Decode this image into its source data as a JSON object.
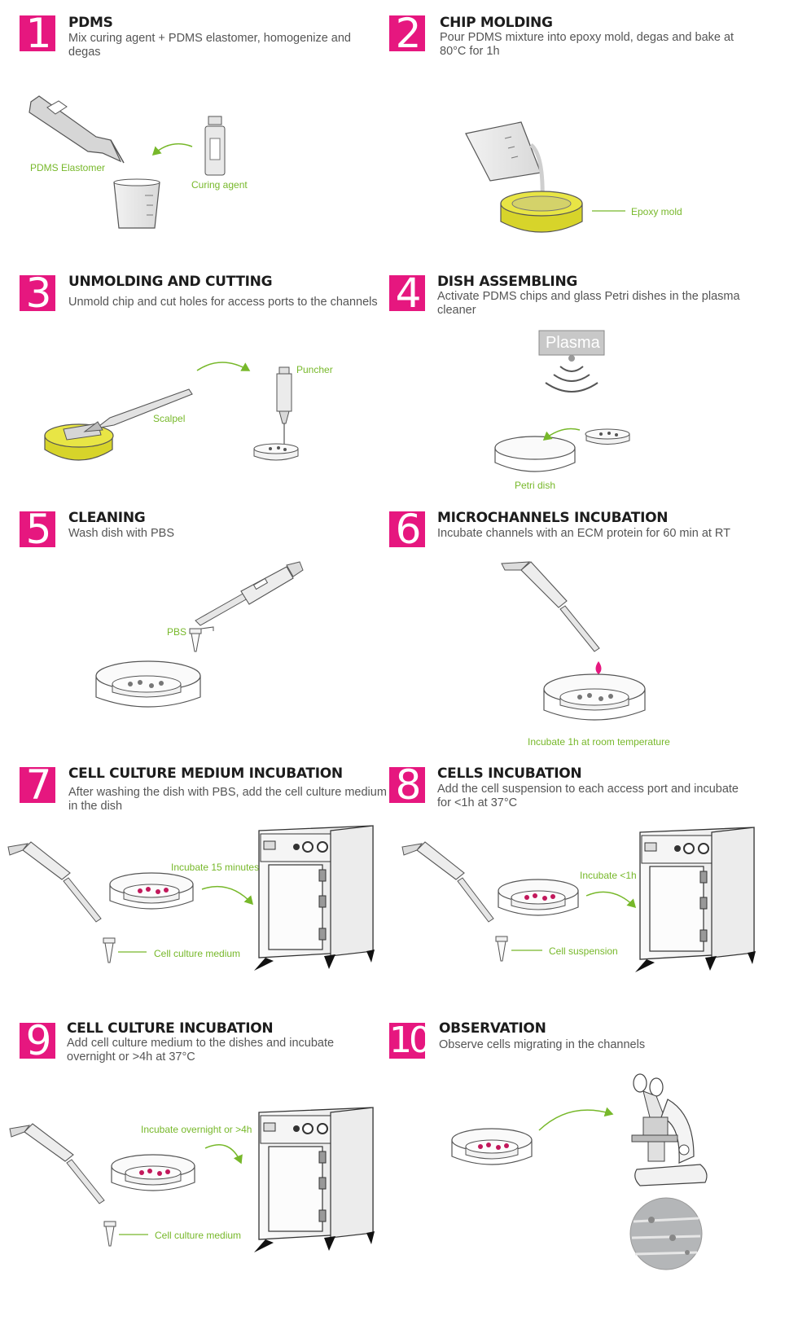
{
  "steps": [
    {
      "num": "1",
      "title": "PDMS",
      "desc": "Mix curing agent + PDMS elastomer, homogenize and degas"
    },
    {
      "num": "2",
      "title": "CHIP MOLDING",
      "desc": "Pour PDMS mixture into epoxy mold, degas and bake at 80°C for 1h"
    },
    {
      "num": "3",
      "title": "UNMOLDING AND CUTTING",
      "desc": "Unmold chip and cut holes for access ports to the channels"
    },
    {
      "num": "4",
      "title": "DISH ASSEMBLING",
      "desc": "Activate PDMS chips and glass Petri dishes in the plasma cleaner"
    },
    {
      "num": "5",
      "title": "CLEANING",
      "desc": "Wash dish with PBS"
    },
    {
      "num": "6",
      "title": "MICROCHANNELS INCUBATION",
      "desc": "Incubate channels with an ECM protein for 60 min at RT"
    },
    {
      "num": "7",
      "title": "CELL CULTURE MEDIUM INCUBATION",
      "desc": "After washing the dish with PBS, add the cell culture medium in the dish"
    },
    {
      "num": "8",
      "title": "CELLS INCUBATION",
      "desc": "Add the cell suspension to each access port and incubate for <1h at 37°C"
    },
    {
      "num": "9",
      "title": "CELL CULTURE INCUBATION",
      "desc": "Add cell culture medium to the dishes and incubate overnight or >4h at 37°C"
    },
    {
      "num": "10",
      "title": "OBSERVATION",
      "desc": "Observe cells migrating in the channels"
    }
  ],
  "labels": {
    "pdms_elastomer": "PDMS Elastomer",
    "curing_agent": "Curing agent",
    "epoxy_mold": "Epoxy mold",
    "scalpel": "Scalpel",
    "puncher": "Puncher",
    "plasma": "Plasma",
    "petri_dish": "Petri dish",
    "pbs": "PBS",
    "incubate_rt": "Incubate 1h at room temperature",
    "incubate_15": "Incubate 15 minutes",
    "cell_culture_medium_7": "Cell culture medium",
    "incubate_1h": "Incubate  <1h",
    "cell_suspension": "Cell suspension",
    "incubate_overnight": "Incubate overnight or >4h",
    "cell_culture_medium_9": "Cell culture medium"
  },
  "colors": {
    "accent": "#e6177f",
    "label": "#77b82a",
    "mold": "#d7d42a",
    "cells": "#c2185b"
  }
}
